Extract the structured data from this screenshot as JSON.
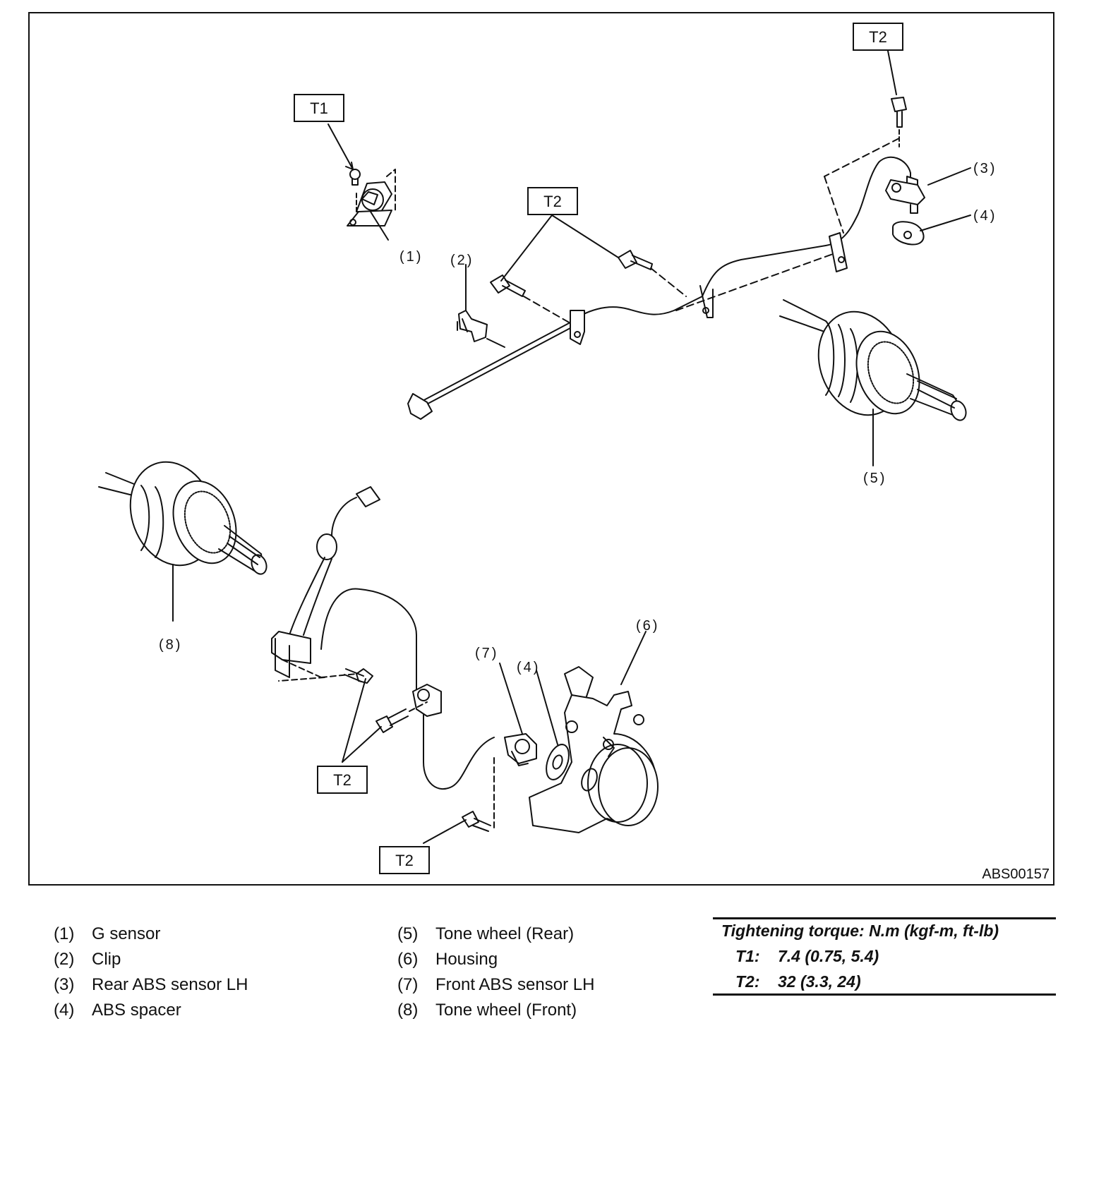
{
  "diagram": {
    "figure_id": "ABS00157",
    "torque_boxes": [
      "T1",
      "T2",
      "T2",
      "T2",
      "T2"
    ],
    "callouts": [
      "(1)",
      "(2)",
      "(3)",
      "(4)",
      "(5)",
      "(4)",
      "(7)",
      "(6)",
      "(8)"
    ]
  },
  "legend": {
    "items": [
      {
        "num": "(1)",
        "label": "G sensor"
      },
      {
        "num": "(2)",
        "label": "Clip"
      },
      {
        "num": "(3)",
        "label": "Rear ABS sensor LH"
      },
      {
        "num": "(4)",
        "label": "ABS spacer"
      },
      {
        "num": "(5)",
        "label": "Tone wheel (Rear)"
      },
      {
        "num": "(6)",
        "label": "Housing"
      },
      {
        "num": "(7)",
        "label": "Front ABS sensor LH"
      },
      {
        "num": "(8)",
        "label": "Tone wheel (Front)"
      }
    ]
  },
  "torque": {
    "heading": "Tightening torque: N.m (kgf-m, ft-lb)",
    "rows": [
      {
        "key": "T1:",
        "value": "7.4 (0.75, 5.4)"
      },
      {
        "key": "T2:",
        "value": "32 (3.3, 24)"
      }
    ]
  }
}
